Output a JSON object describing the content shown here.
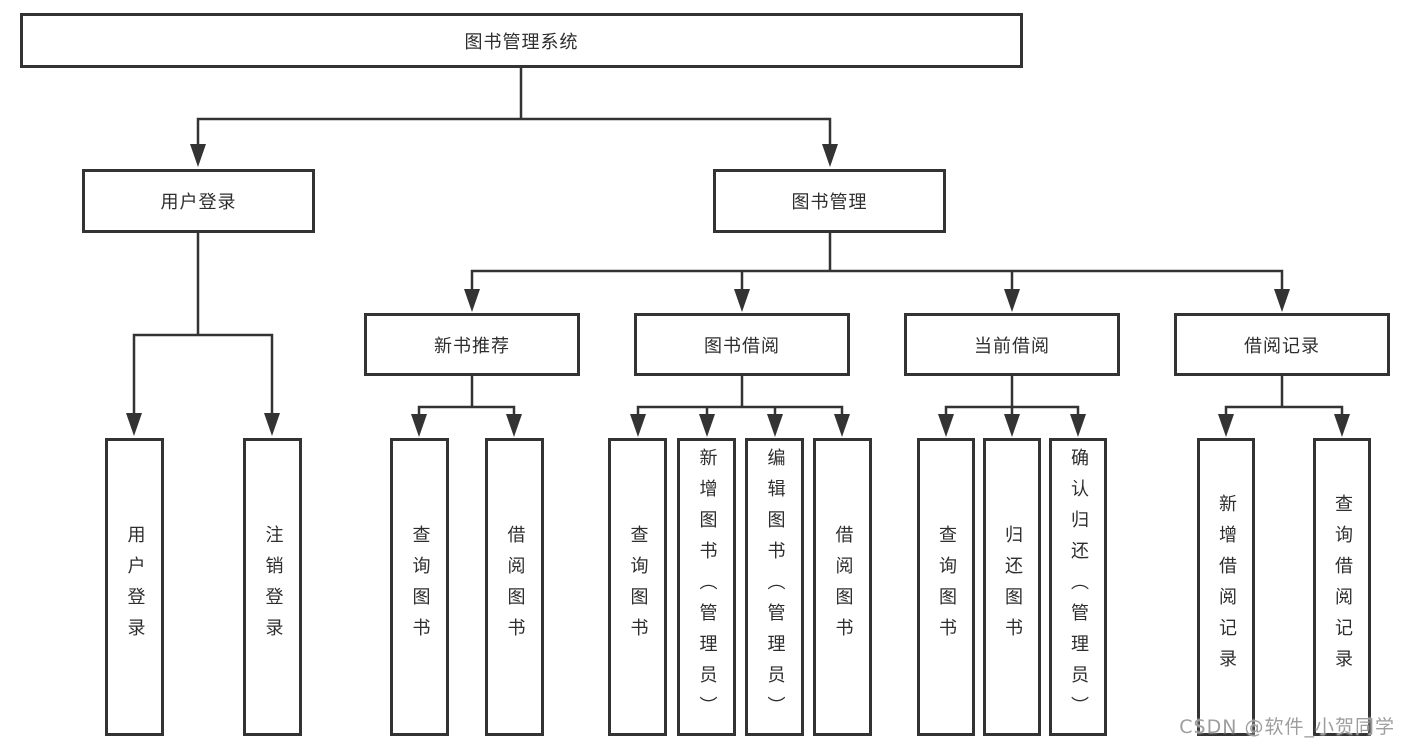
{
  "diagram": {
    "root": {
      "label": "图书管理系统"
    },
    "level1": {
      "user_login": {
        "label": "用户登录"
      },
      "book_management": {
        "label": "图书管理"
      }
    },
    "level2": {
      "new_book_recommend": {
        "label": "新书推荐"
      },
      "book_borrowing": {
        "label": "图书借阅"
      },
      "current_borrowing": {
        "label": "当前借阅"
      },
      "borrowing_records": {
        "label": "借阅记录"
      }
    },
    "leaves": {
      "user_login": "用户登录",
      "logout": "注销登录",
      "nbr_query_books": "查询图书",
      "nbr_borrow_books": "借阅图书",
      "bb_query_books": "查询图书",
      "bb_add_books": "新增图书（管理员）",
      "bb_edit_books": "编辑图书（管理员）",
      "bb_borrow_books": "借阅图书",
      "cb_query_books": "查询图书",
      "cb_return_books": "归还图书",
      "cb_confirm_return": "确认归还（管理员）",
      "br_add_record": "新增借阅记录",
      "br_query_record": "查询借阅记录"
    }
  },
  "watermark": {
    "text": "CSDN @软件_小贺同学"
  },
  "colors": {
    "line": "#333333",
    "box_border": "#333333",
    "text": "#2e2e2e",
    "watermark": "#9e9e9e",
    "background": "#ffffff"
  }
}
